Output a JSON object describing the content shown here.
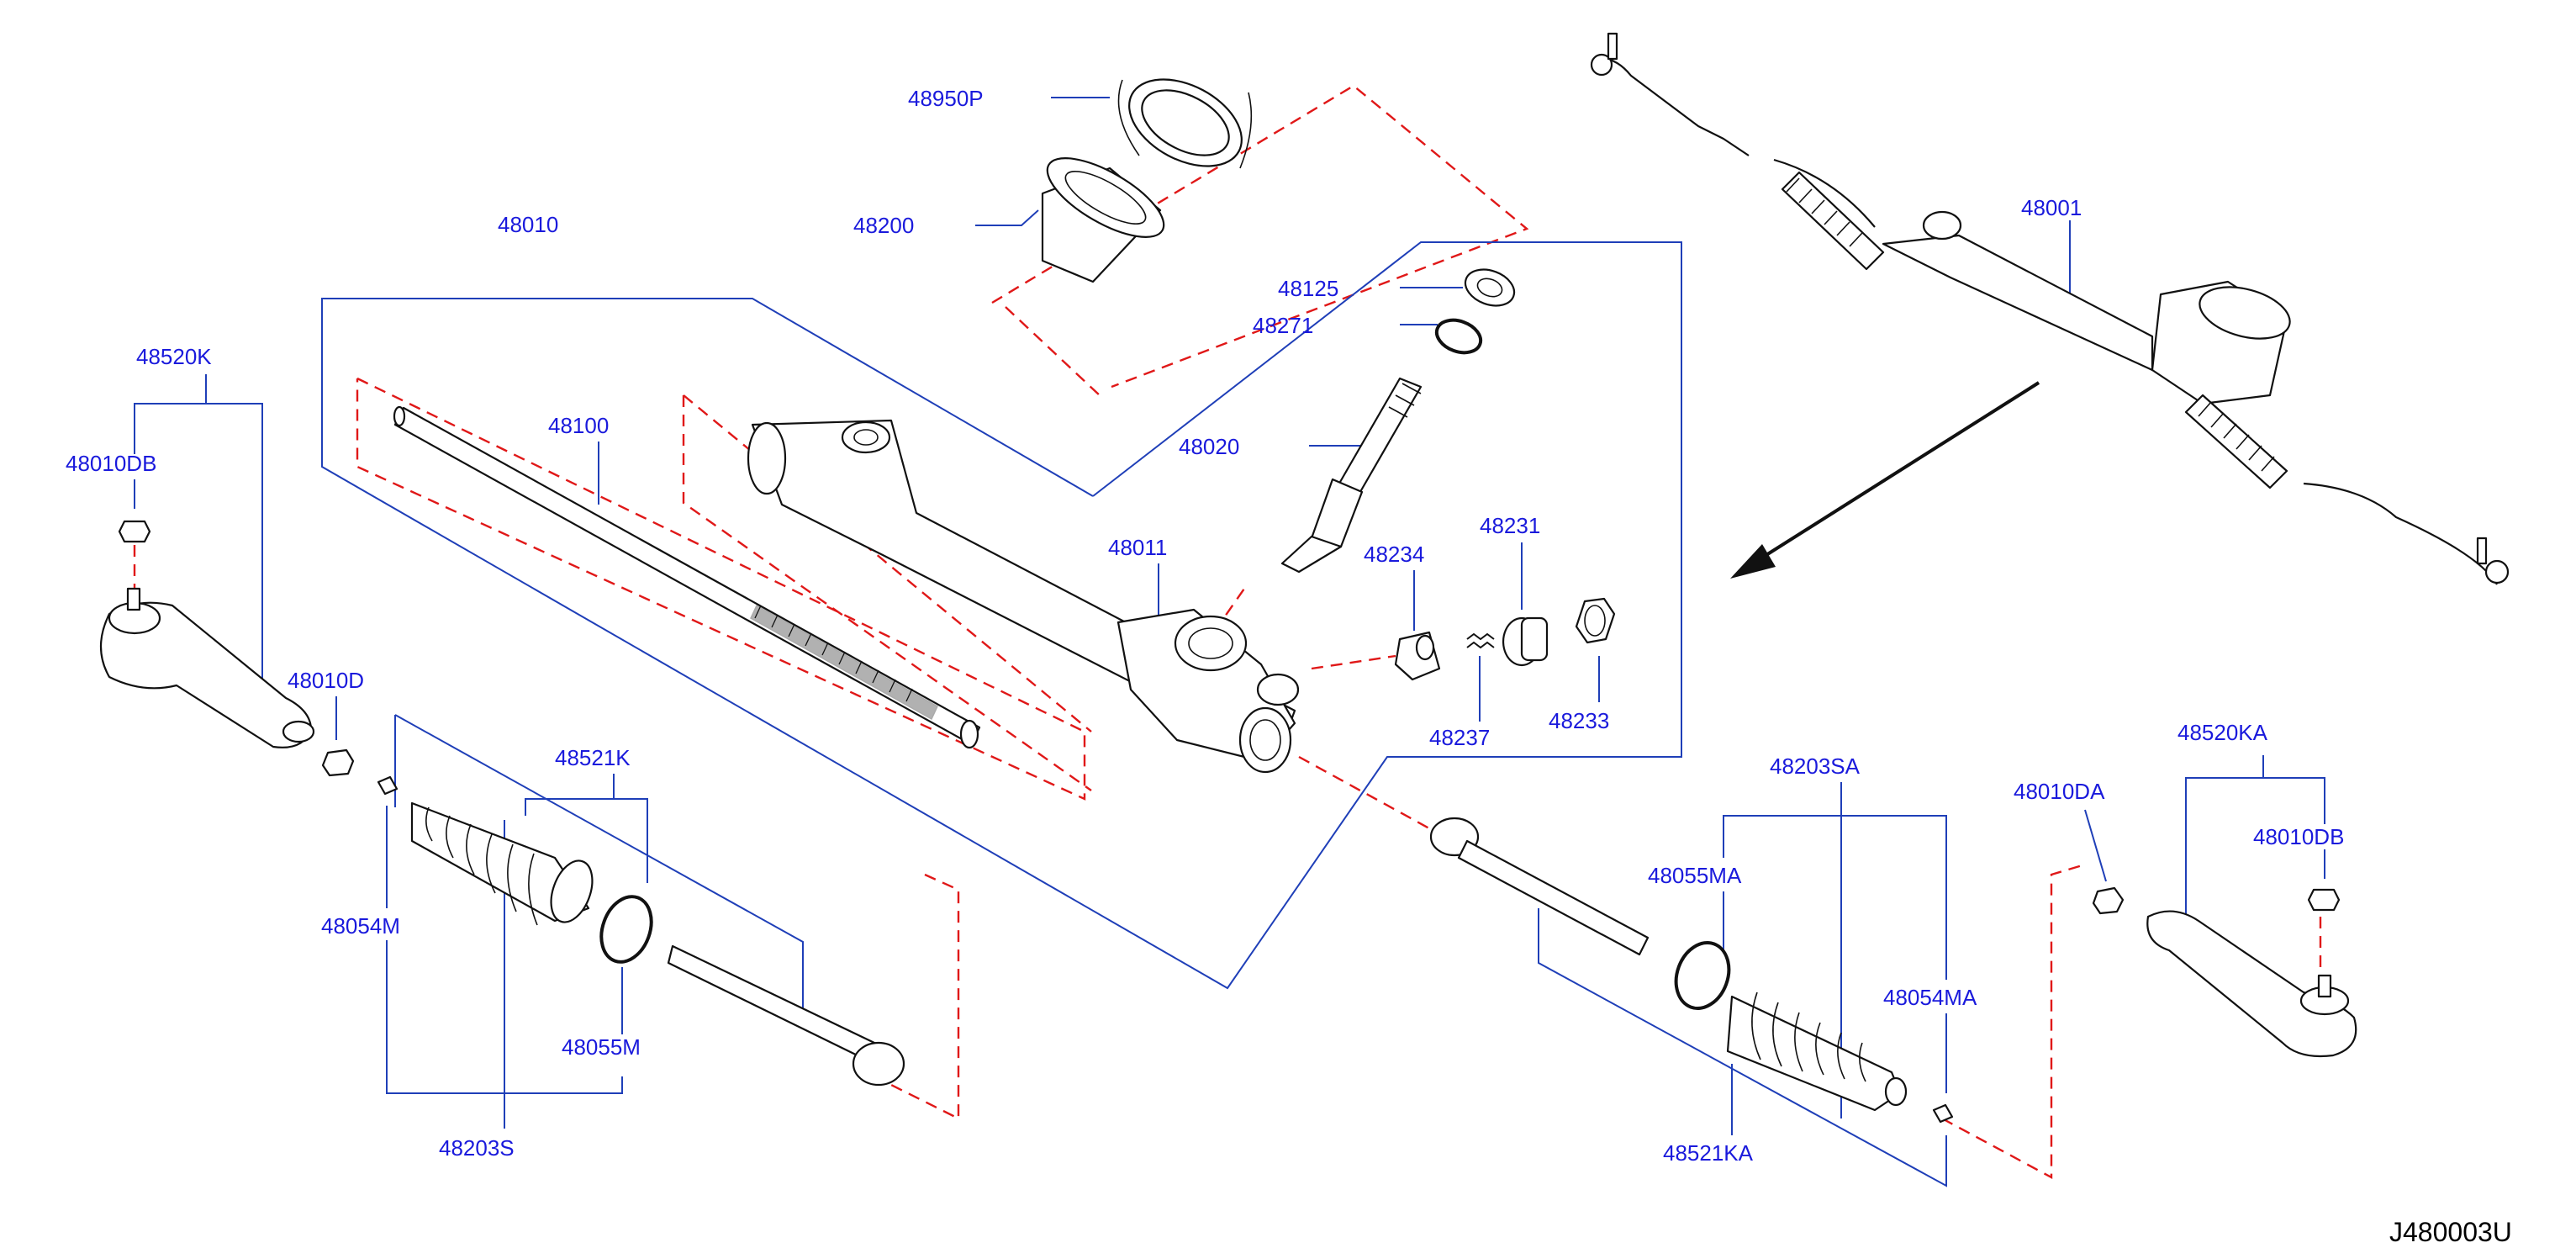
{
  "diagram": {
    "code": "J480003U",
    "part_labels": [
      "48950P",
      "48200",
      "48010",
      "48125",
      "48271",
      "48020",
      "48520K",
      "48100",
      "48010DB",
      "48011",
      "48234",
      "48231",
      "48001",
      "48010D",
      "48237",
      "48233",
      "48521K",
      "48203SA",
      "48520KA",
      "48010DA",
      "48055MA",
      "48054M",
      "48010DB",
      "48054MA",
      "48055M",
      "48521KA",
      "48203S"
    ]
  }
}
